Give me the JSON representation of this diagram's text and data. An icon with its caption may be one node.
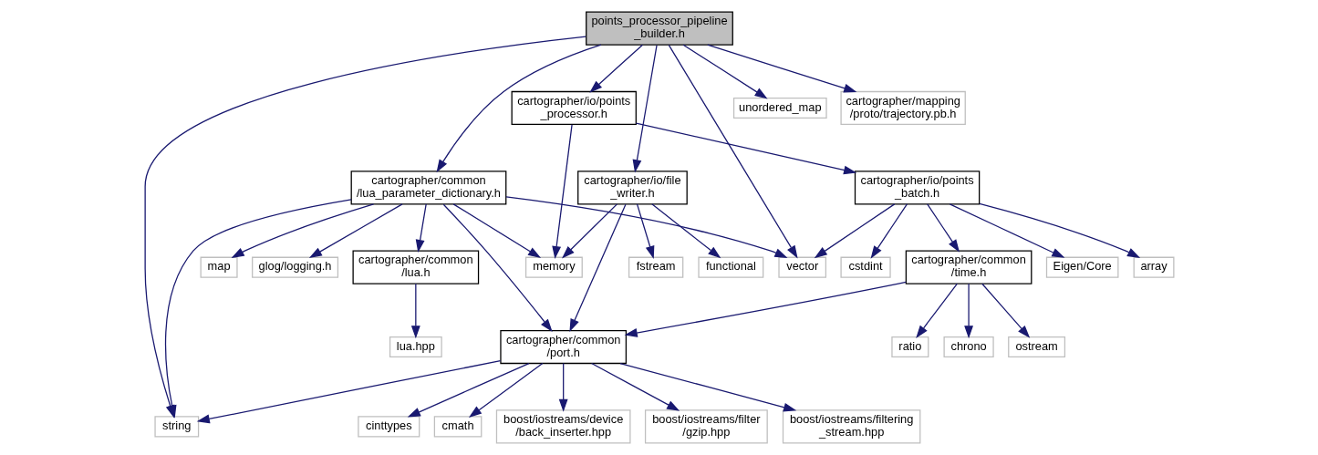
{
  "diagram": {
    "nodes": [
      {
        "text": [
          "points_processor_pipeline _builder.h"
        ]
      },
      {
        "text": [
          "cartographer/io/points _processor.h"
        ]
      },
      {
        "text": [
          "unordered_map"
        ]
      },
      {
        "text": [
          "cartographer/mapping /proto/trajectory.pb.h"
        ]
      },
      {
        "text": [
          "cartographer/common /lua_parameter_dictionary.h"
        ]
      },
      {
        "text": [
          "cartographer/io/file _writer.h"
        ]
      },
      {
        "text": [
          "cartographer/io/points _batch.h"
        ]
      },
      {
        "text": [
          "glog/logging.h"
        ]
      },
      {
        "text": [
          "cartographer/common /lua.h"
        ]
      },
      {
        "text": [
          "map"
        ]
      },
      {
        "text": [
          "memory"
        ]
      },
      {
        "text": [
          "fstream"
        ]
      },
      {
        "text": [
          "functional"
        ]
      },
      {
        "text": [
          "vector"
        ]
      },
      {
        "text": [
          "Eigen/Core"
        ]
      },
      {
        "text": [
          "cartographer/common /time.h"
        ]
      },
      {
        "text": [
          "array"
        ]
      },
      {
        "text": [
          "cstdint"
        ]
      },
      {
        "text": [
          "lua.hpp"
        ]
      },
      {
        "text": [
          "chrono"
        ]
      },
      {
        "text": [
          "ostream"
        ]
      },
      {
        "text": [
          "ratio"
        ]
      },
      {
        "text": [
          "cartographer/common /port.h"
        ]
      },
      {
        "text": [
          "string"
        ]
      },
      {
        "text": [
          "boost/iostreams/filter /gzip.hpp"
        ]
      },
      {
        "text": [
          "boost/iostreams/filtering _stream.hpp"
        ]
      },
      {
        "text": [
          "cinttypes"
        ]
      },
      {
        "text": [
          "cmath"
        ]
      },
      {
        "text": [
          "boost/iostreams/device /back_inserter.hpp"
        ]
      }
    ],
    "edges": [
      {
        "from": 0,
        "to": 23,
        "arrow": "to"
      },
      {
        "from": 0,
        "to": 4,
        "arrow": "to"
      },
      {
        "from": 0,
        "to": 1,
        "arrow": "to"
      },
      {
        "from": 0,
        "to": 5,
        "arrow": "to"
      },
      {
        "from": 0,
        "to": 13,
        "arrow": "to"
      },
      {
        "from": 0,
        "to": 2,
        "arrow": "to"
      },
      {
        "from": 0,
        "to": 3,
        "arrow": "to"
      },
      {
        "from": 1,
        "to": 10,
        "arrow": "to"
      },
      {
        "from": 1,
        "to": 6,
        "arrow": "to"
      },
      {
        "from": 4,
        "to": 23,
        "arrow": "to"
      },
      {
        "from": 4,
        "to": 7,
        "arrow": "to"
      },
      {
        "from": 4,
        "to": 8,
        "arrow": "to"
      },
      {
        "from": 4,
        "to": 9,
        "arrow": "to"
      },
      {
        "from": 4,
        "to": 10,
        "arrow": "to"
      },
      {
        "from": 4,
        "to": 22,
        "arrow": "to"
      },
      {
        "from": 4,
        "to": 13,
        "arrow": "to"
      },
      {
        "from": 5,
        "to": 10,
        "arrow": "to"
      },
      {
        "from": 5,
        "to": 22,
        "arrow": "to"
      },
      {
        "from": 5,
        "to": 11,
        "arrow": "to"
      },
      {
        "from": 5,
        "to": 12,
        "arrow": "to"
      },
      {
        "from": 6,
        "to": 13,
        "arrow": "to"
      },
      {
        "from": 6,
        "to": 14,
        "arrow": "to"
      },
      {
        "from": 6,
        "to": 15,
        "arrow": "to"
      },
      {
        "from": 6,
        "to": 16,
        "arrow": "to"
      },
      {
        "from": 6,
        "to": 17,
        "arrow": "to"
      },
      {
        "from": 8,
        "to": 18,
        "arrow": "to"
      },
      {
        "from": 15,
        "to": 22,
        "arrow": "to"
      },
      {
        "from": 15,
        "to": 19,
        "arrow": "to"
      },
      {
        "from": 15,
        "to": 20,
        "arrow": "to"
      },
      {
        "from": 15,
        "to": 21,
        "arrow": "to"
      },
      {
        "from": 22,
        "to": 23,
        "arrow": "to"
      },
      {
        "from": 22,
        "to": 24,
        "arrow": "to"
      },
      {
        "from": 22,
        "to": 25,
        "arrow": "to"
      },
      {
        "from": 22,
        "to": 26,
        "arrow": "to"
      },
      {
        "from": 22,
        "to": 27,
        "arrow": "to"
      },
      {
        "from": 22,
        "to": 28,
        "arrow": "to"
      }
    ]
  }
}
